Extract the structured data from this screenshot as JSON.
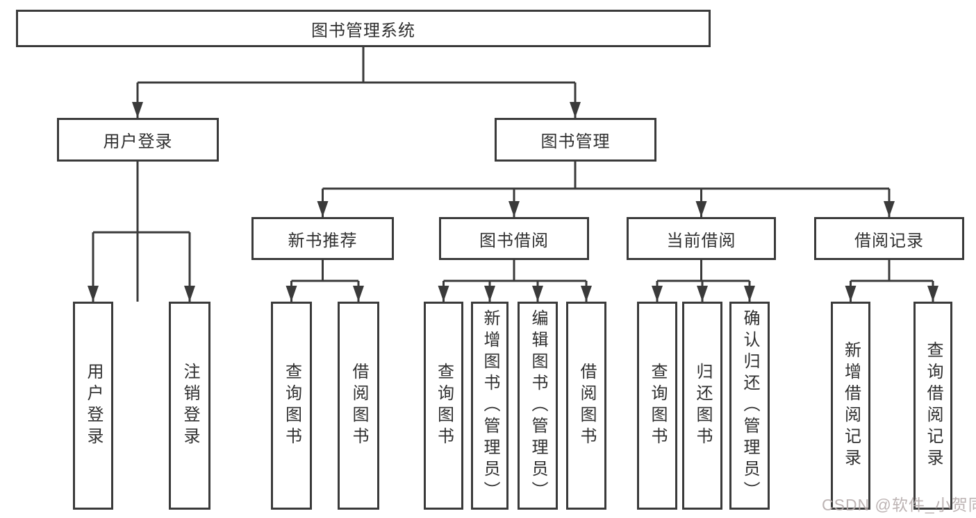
{
  "page": {
    "background": "#ffffff",
    "line_color": "#3a3a3a",
    "box_border_color": "#3a3a3a",
    "text_color": "#2f2f2f"
  },
  "diagram": {
    "type": "tree",
    "root": {
      "label": "图书管理系统"
    },
    "level2": [
      {
        "label": "用户登录"
      },
      {
        "label": "图书管理"
      }
    ],
    "level3": [
      {
        "label": "新书推荐"
      },
      {
        "label": "图书借阅"
      },
      {
        "label": "当前借阅"
      },
      {
        "label": "借阅记录"
      }
    ],
    "leaves": {
      "user_login": [
        "用户登录",
        "注销登录"
      ],
      "new_book": [
        "查询图书",
        "借阅图书"
      ],
      "book_borrow": [
        "查询图书",
        "新增图书（管理员）",
        "编辑图书（管理员）",
        "借阅图书"
      ],
      "current_borrow": [
        "查询图书",
        "归还图书",
        "确认归还（管理员）"
      ],
      "borrow_records": [
        "新增借阅记录",
        "查询借阅记录"
      ]
    }
  },
  "watermark": {
    "text": "CSDN @软件_小贺同学",
    "color": "#b5abab"
  }
}
